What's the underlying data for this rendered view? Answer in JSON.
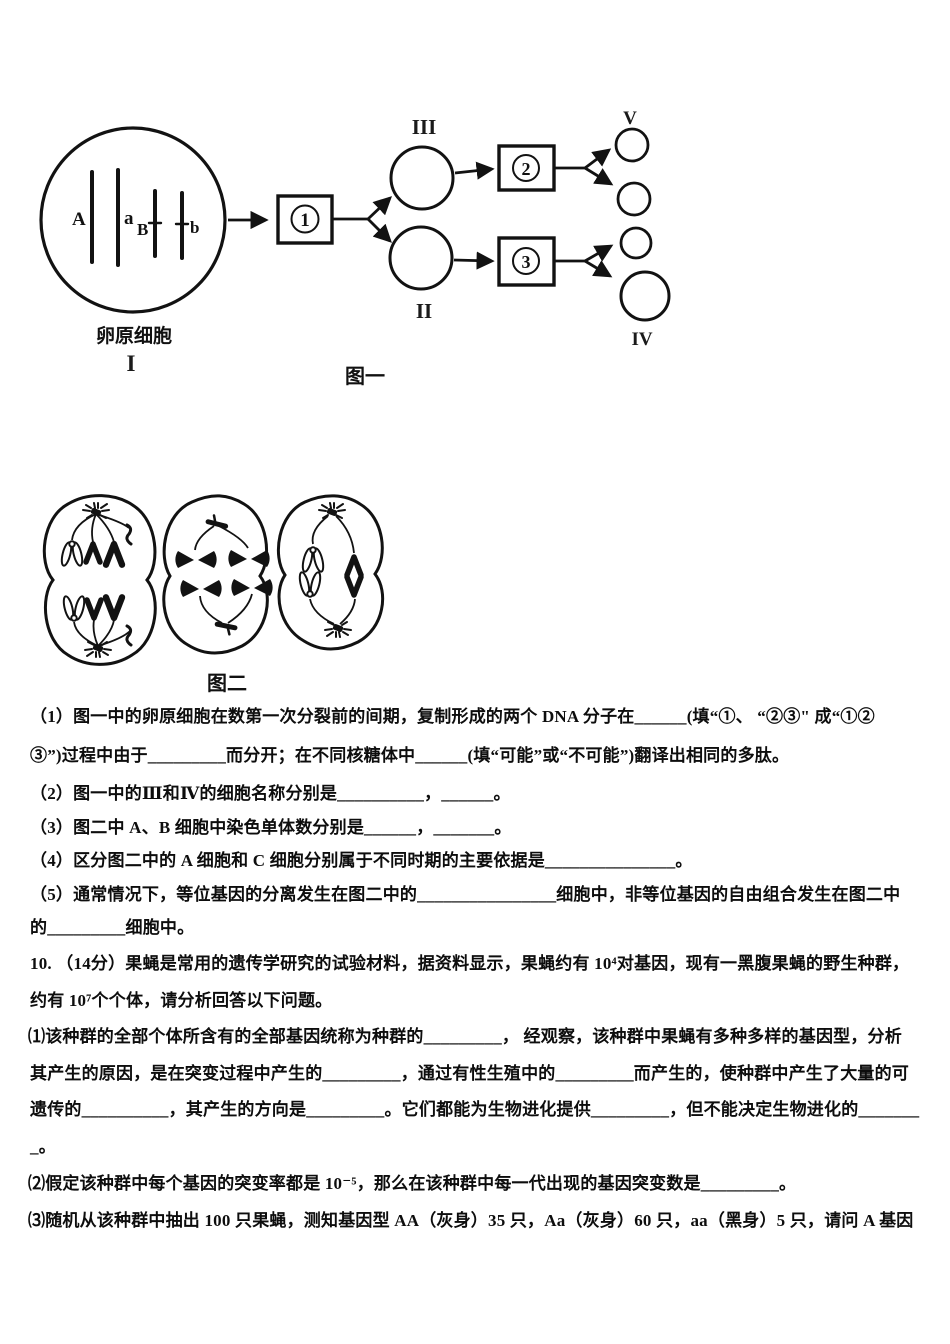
{
  "figure1": {
    "caption": "图一",
    "source_cell": {
      "name": "卵原细胞",
      "numeral": "I",
      "chromosomes": [
        "A",
        "a",
        "B",
        "b"
      ]
    },
    "process_boxes": [
      "1",
      "2",
      "3"
    ],
    "cells": {
      "top": "III",
      "bottom": "II",
      "top_product": "V",
      "bottom_product": "IV"
    }
  },
  "figure2": {
    "caption": "图二"
  },
  "q9": {
    "lines": [
      "（1）图一中的卵原细胞在数第一次分裂前的间期，复制形成的两个 DNA 分子在______(填“①、 “②③\" 成“①②",
      "③”)过程中由于_________而分开；在不同核糖体中______(填“可能”或“不可能”)翻译出相同的多肽。",
      "（2）图一中的Ⅲ和Ⅳ的细胞名称分别是__________，______。",
      "（3）图二中 A、B 细胞中染色单体数分别是______，_______。",
      "（4）区分图二中的 A 细胞和 C 细胞分别属于不同时期的主要依据是_______________。",
      "（5）通常情况下，等位基因的分离发生在图二中的________________细胞中，非等位基因的自由组合发生在图二中",
      "的_________细胞中。"
    ]
  },
  "q10": {
    "lines": [
      "10. （14分）果蝇是常用的遗传学研究的试验材料，据资料显示，果蝇约有 10⁴对基因，现有一黑腹果蝇的野生种群，",
      "约有 10⁷个个体，请分析回答以下问题。",
      "⑴该种群的全部个体所含有的全部基因统称为种群的_________， 经观察，该种群中果蝇有多种多样的基因型，分析",
      "其产生的原因，是在突变过程中产生的_________，通过有性生殖中的_________而产生的，使种群中产生了大量的可",
      "遗传的__________，其产生的方向是_________。它们都能为生物进化提供_________，但不能决定生物进化的_______",
      "_。",
      "⑵假定该种群中每个基因的突变率都是 10⁻⁵，那么在该种群中每一代出现的基因突变数是_________。",
      "⑶随机从该种群中抽出 100 只果蝇，测知基因型 AA（灰身）35 只，Aa（灰身）60 只，aa（黑身）5 只，请问 A 基因"
    ]
  }
}
